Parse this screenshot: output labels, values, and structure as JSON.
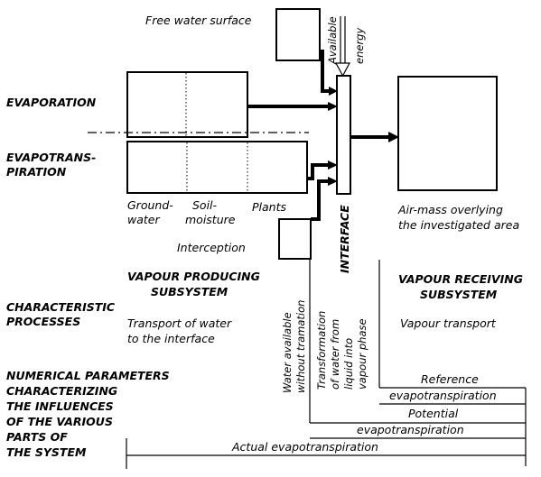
{
  "labels": {
    "free_water_surface": "Free water surface",
    "available_energy_line1": "Available",
    "available_energy_line2": "energy",
    "evaporation": "EVAPORATION",
    "evapotranspiration_line1": "EVAPOTRANS-",
    "evapotranspiration_line2": "PIRATION",
    "groundwater_line1": "Ground-",
    "groundwater_line2": "water",
    "soil_moisture_line1": "Soil-",
    "soil_moisture_line2": "moisture",
    "plants": "Plants",
    "interception": "Interception",
    "interface": "INTERFACE",
    "air_mass_line1": "Air-mass overlying",
    "air_mass_line2": "the investigated area",
    "vapour_producing_line1": "VAPOUR PRODUCING",
    "vapour_producing_line2": "SUBSYSTEM",
    "vapour_receiving_line1": "VAPOUR RECEIVING",
    "vapour_receiving_line2": "SUBSYSTEM",
    "characteristic_line1": "CHARACTERISTIC",
    "characteristic_line2": "PROCESSES",
    "transport_line1": "Transport of water",
    "transport_line2": "to the interface",
    "vapour_transport": "Vapour transport",
    "water_available_line1": "Water available",
    "water_available_line2": "without tramation",
    "transformation_line1": "Transformation",
    "transformation_line2": "of water from",
    "transformation_line3": "liquid into",
    "transformation_line4": "vapour phase",
    "numerical_line1": "NUMERICAL PARAMETERS",
    "numerical_line2": "CHARACTERIZING",
    "numerical_line3": "THE INFLUENCES",
    "numerical_line4": "OF THE VARIOUS",
    "numerical_line5": "PARTS OF",
    "numerical_line6": "THE SYSTEM",
    "reference_line1": "Reference",
    "reference_line2": "evapotranspiration",
    "potential_line1": "Potential",
    "potential_line2": "evapotranspiration",
    "actual": "Actual  evapotranspiration"
  }
}
